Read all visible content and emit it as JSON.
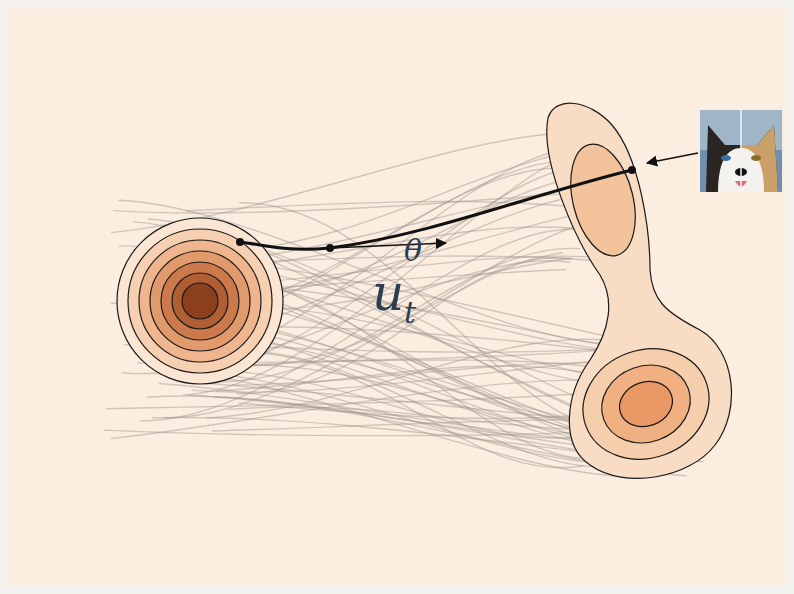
{
  "diagram": {
    "labels": [
      "u",
      "θ",
      "t"
    ]
  }
}
